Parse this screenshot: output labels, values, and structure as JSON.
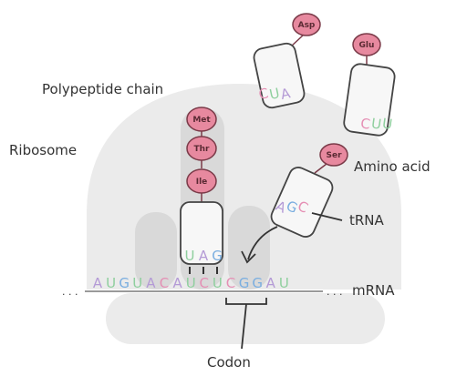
{
  "labels": {
    "polypeptide_chain": "Polypeptide chain",
    "ribosome": "Ribosome",
    "amino_acid": "Amino acid",
    "trna": "tRNA",
    "mrna": "mRNA",
    "codon": "Codon",
    "ellipsis": ". . ."
  },
  "amino_acids": {
    "chain": [
      "Met",
      "Thr",
      "Ile"
    ],
    "asp": "Asp",
    "glu": "Glu",
    "ser": "Ser"
  },
  "anticodons": {
    "asp": [
      "C",
      "U",
      "A"
    ],
    "glu": [
      "C",
      "U",
      "U"
    ],
    "ser": [
      "A",
      "G",
      "C"
    ],
    "bound": [
      "U",
      "A",
      "G"
    ]
  },
  "mrna_sequence": [
    "A",
    "U",
    "G",
    "U",
    "A",
    "C",
    "A",
    "U",
    "C",
    "U",
    "C",
    "G",
    "G",
    "A",
    "U"
  ],
  "colors": {
    "A": "#b49ad6",
    "U": "#8fcf9e",
    "G": "#7aaee0",
    "C": "#e58fb4",
    "amino_fill": "#e7899f",
    "amino_stroke": "#7a3a48",
    "ribosome_light": "#ebebeb",
    "ribosome_dark": "#d9d9d9",
    "trna_fill": "#f7f7f7",
    "trna_stroke": "#444444"
  }
}
